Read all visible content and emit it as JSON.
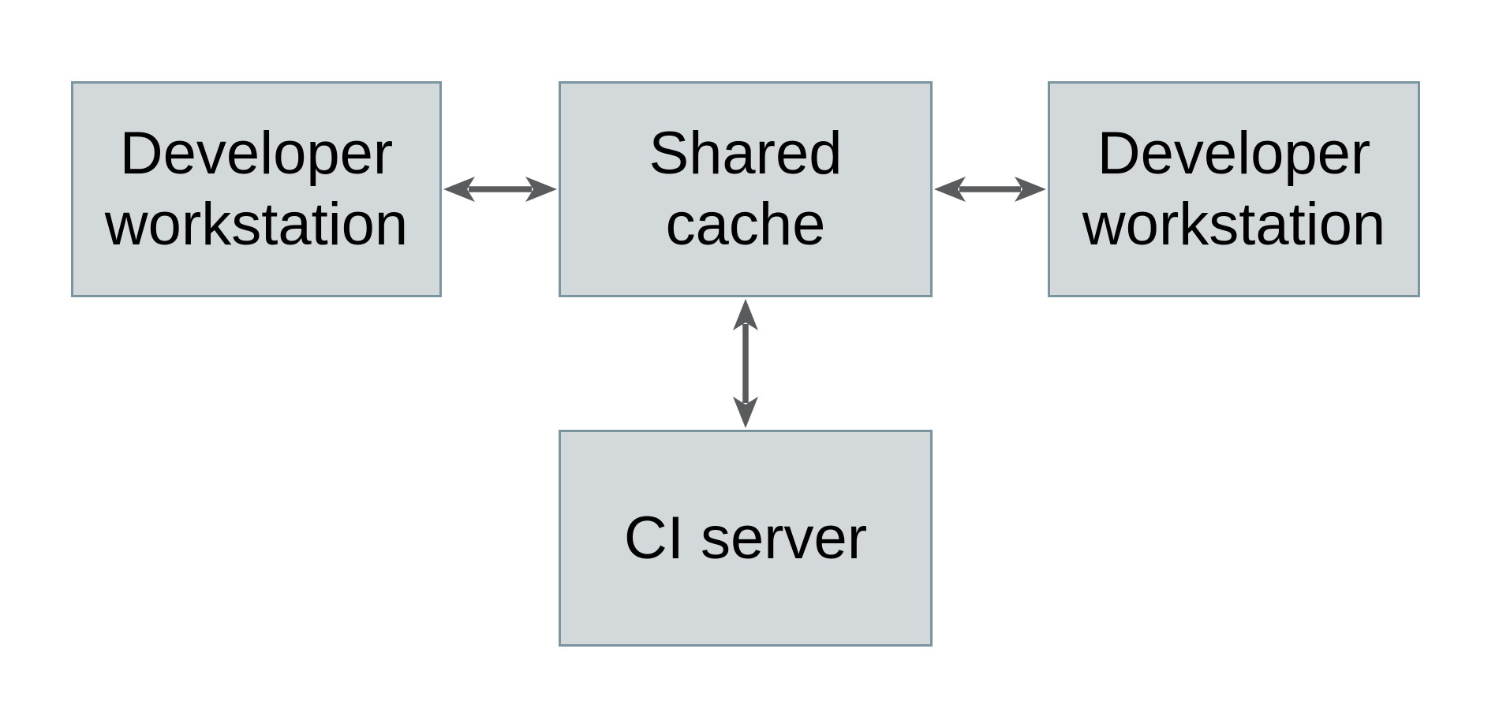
{
  "diagram": {
    "background": "#ffffff",
    "nodes": [
      {
        "id": "developer-workstation-left",
        "label": "Developer\nworkstation"
      },
      {
        "id": "shared-cache",
        "label": "Shared\ncache"
      },
      {
        "id": "developer-workstation-right",
        "label": "Developer\nworkstation"
      },
      {
        "id": "ci-server",
        "label": "CI server"
      }
    ],
    "edges": [
      {
        "from": "developer-workstation-left",
        "to": "shared-cache",
        "style": "bidirectional-arrow",
        "orientation": "horizontal"
      },
      {
        "from": "shared-cache",
        "to": "developer-workstation-right",
        "style": "bidirectional-arrow",
        "orientation": "horizontal"
      },
      {
        "from": "shared-cache",
        "to": "ci-server",
        "style": "bidirectional-arrow",
        "orientation": "vertical"
      }
    ],
    "colors": {
      "node_fill": "#d3d9da",
      "node_border": "#7b95a0",
      "arrow": "#595b5d",
      "text": "#000000",
      "background": "#ffffff"
    }
  }
}
